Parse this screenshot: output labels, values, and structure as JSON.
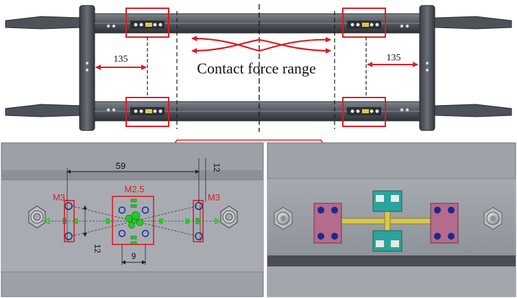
{
  "colors": {
    "annotation_red": "#e0191e",
    "frame_dark": "#3c4046",
    "frame_mid": "#5b6068",
    "cad_bg": "#9a9ea4",
    "render_bg": "#9ba0a6",
    "bolt_blue": "#1a2a8c",
    "clamp_pink": "#b46b8c",
    "clamp_teal": "#2aa39c",
    "rod_yellow": "#d8c850",
    "sketch_green": "#28c828"
  },
  "top": {
    "left_span_label": "135",
    "right_span_label": "135",
    "force_range_label": "Contact force range"
  },
  "cad": {
    "dim_width": "59",
    "dim_top": "12",
    "dim_side": "12",
    "dim_bottom": "9",
    "center_thread": "M2.5",
    "left_thread": "M3",
    "right_thread": "M3"
  }
}
